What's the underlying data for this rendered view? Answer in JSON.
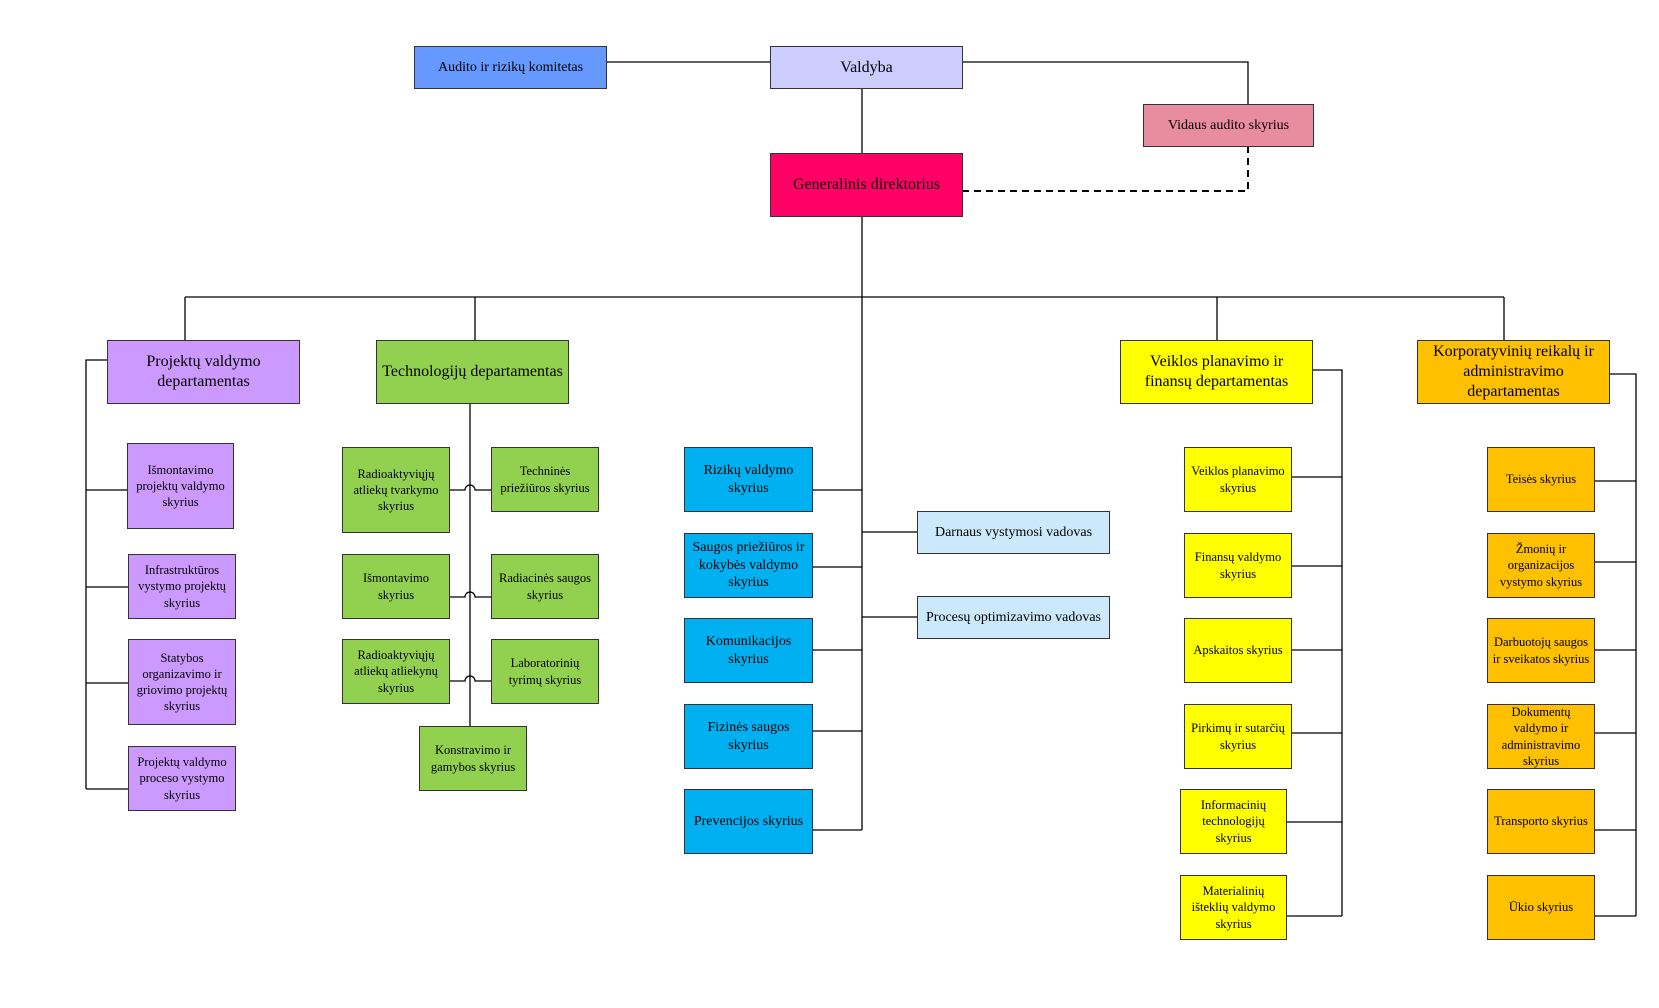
{
  "colors": {
    "board": "#ccccff",
    "audit_committee": "#6699ff",
    "internal_audit": "#e88ca0",
    "ceo": "#ff0066",
    "projects": "#cc99ff",
    "technology": "#92d050",
    "ceo_units": "#00b0f0",
    "advisors": "#cce9fb",
    "finance": "#ffff00",
    "corporate": "#ffc000"
  },
  "top": {
    "board": "Valdyba",
    "audit_committee": "Audito ir rizikų komitetas",
    "internal_audit": "Vidaus audito skyrius",
    "ceo": "Generalinis direktorius"
  },
  "departments": {
    "projects": {
      "title": "Projektų valdymo departamentas",
      "units": [
        "Išmontavimo projektų valdymo skyrius",
        "Infrastruktūros vystymo projektų skyrius",
        "Statybos organizavimo ir griovimo projektų skyrius",
        "Projektų valdymo proceso vystymo skyrius"
      ]
    },
    "technology": {
      "title": "Technologijų departamentas",
      "units_left": [
        "Radioaktyviųjų atliekų tvarkymo skyrius",
        "Išmontavimo skyrius",
        "Radioaktyviųjų atliekų atliekynų skyrius"
      ],
      "units_right": [
        "Techninės priežiūros skyrius",
        "Radiacinės saugos skyrius",
        "Laboratorinių tyrimų skyrius"
      ],
      "unit_bottom": "Konstravimo ir gamybos skyrius"
    },
    "finance": {
      "title": "Veiklos planavimo ir finansų departamentas",
      "units": [
        "Veiklos planavimo skyrius",
        "Finansų valdymo skyrius",
        "Apskaitos skyrius",
        "Pirkimų ir sutarčių skyrius",
        "Informacinių technologijų skyrius",
        "Materialinių išteklių valdymo skyrius"
      ]
    },
    "corporate": {
      "title": "Korporatyvinių reikalų ir administravimo departamentas",
      "units": [
        "Teisės skyrius",
        "Žmonių ir organizacijos vystymo skyrius",
        "Darbuotojų saugos ir sveikatos skyrius",
        "Dokumentų valdymo ir administravimo skyrius",
        "Transporto skyrius",
        "Ūkio skyrius"
      ]
    }
  },
  "ceo_units": [
    "Rizikų valdymo skyrius",
    "Saugos priežiūros ir kokybės valdymo skyrius",
    "Komunikacijos skyrius",
    "Fizinės saugos skyrius",
    "Prevencijos skyrius"
  ],
  "advisors": [
    "Darnaus vystymosi vadovas",
    "Procesų optimizavimo vadovas"
  ]
}
